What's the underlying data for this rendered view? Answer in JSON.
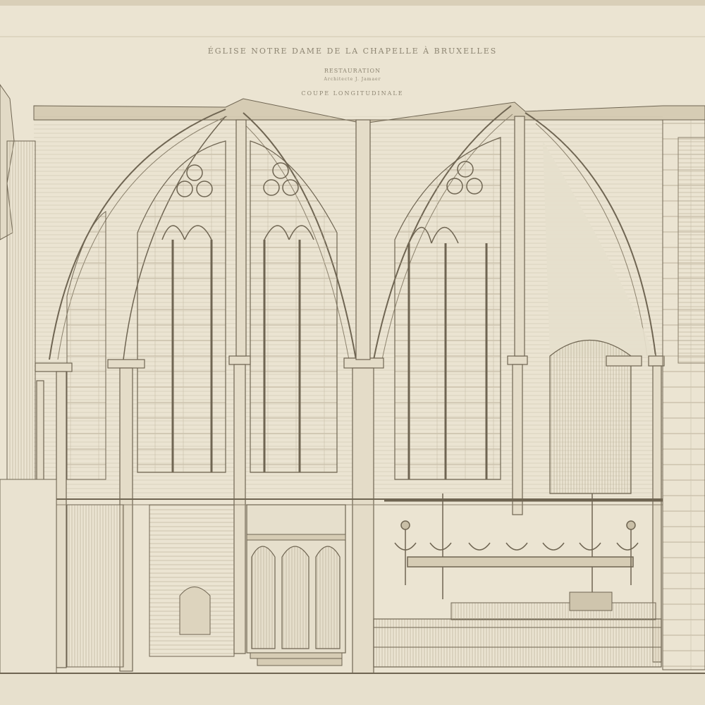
{
  "plate": {
    "title": "ÉGLISE NOTRE DAME DE LA CHAPELLE À BRUXELLES",
    "subtitle": "RESTAURATION",
    "architect": "Architecte J. Jamaer",
    "section_label": "COUPE LONGITUDINALE"
  },
  "colors": {
    "paper": "#ebe4d2",
    "ink": "#6f6552",
    "ink_light": "#9c927c",
    "wash": "#ddd4be",
    "shadow": "#c9bfa7"
  }
}
